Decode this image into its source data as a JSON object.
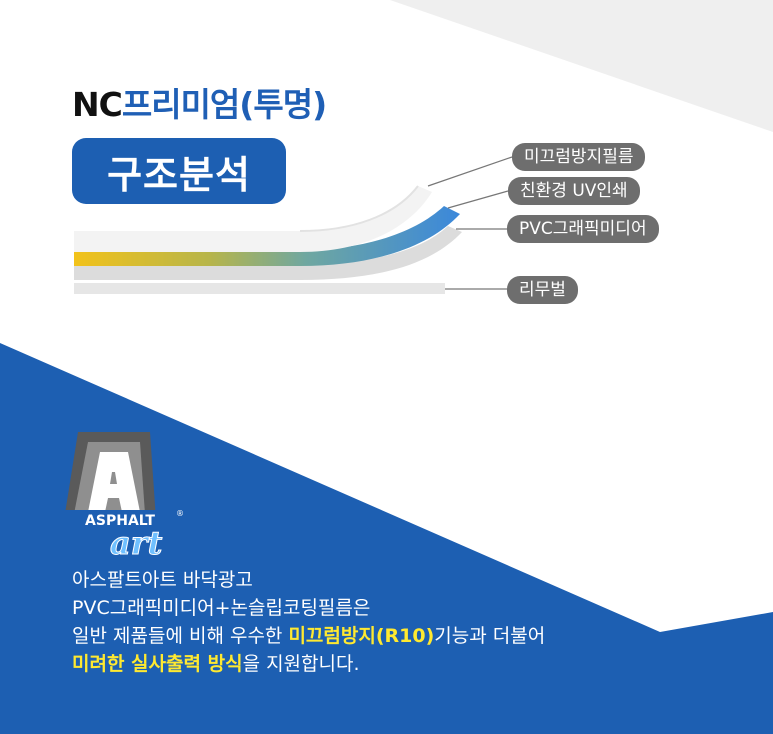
{
  "product": {
    "code": "NC",
    "name": "프리미엄(투명)"
  },
  "badge": "구조분석",
  "layers": [
    {
      "label": "미끄럼방지필름"
    },
    {
      "label": "친환경 UV인쇄"
    },
    {
      "label": "PVC그래픽미디어"
    },
    {
      "label": "리무벌"
    }
  ],
  "logo": {
    "word1": "ASPHALT",
    "word2": "art",
    "mark": "®"
  },
  "description": {
    "line1": "아스팔트아트 바닥광고",
    "line2": "PVC그래픽미디어+논슬립코팅필름은",
    "line3_pre": "일반 제품들에 비해 우수한 ",
    "line3_hl": "미끄럼방지(R10)",
    "line3_post": "기능과 더불어",
    "line4_hl": "미려한 실사출력 방식",
    "line4_post": "을 지원합니다."
  },
  "colors": {
    "brand_blue": "#1d5fb2",
    "highlight": "#ffe930",
    "label_gray": "#6e6e6e",
    "corner_gray": "#f0f0f0"
  }
}
